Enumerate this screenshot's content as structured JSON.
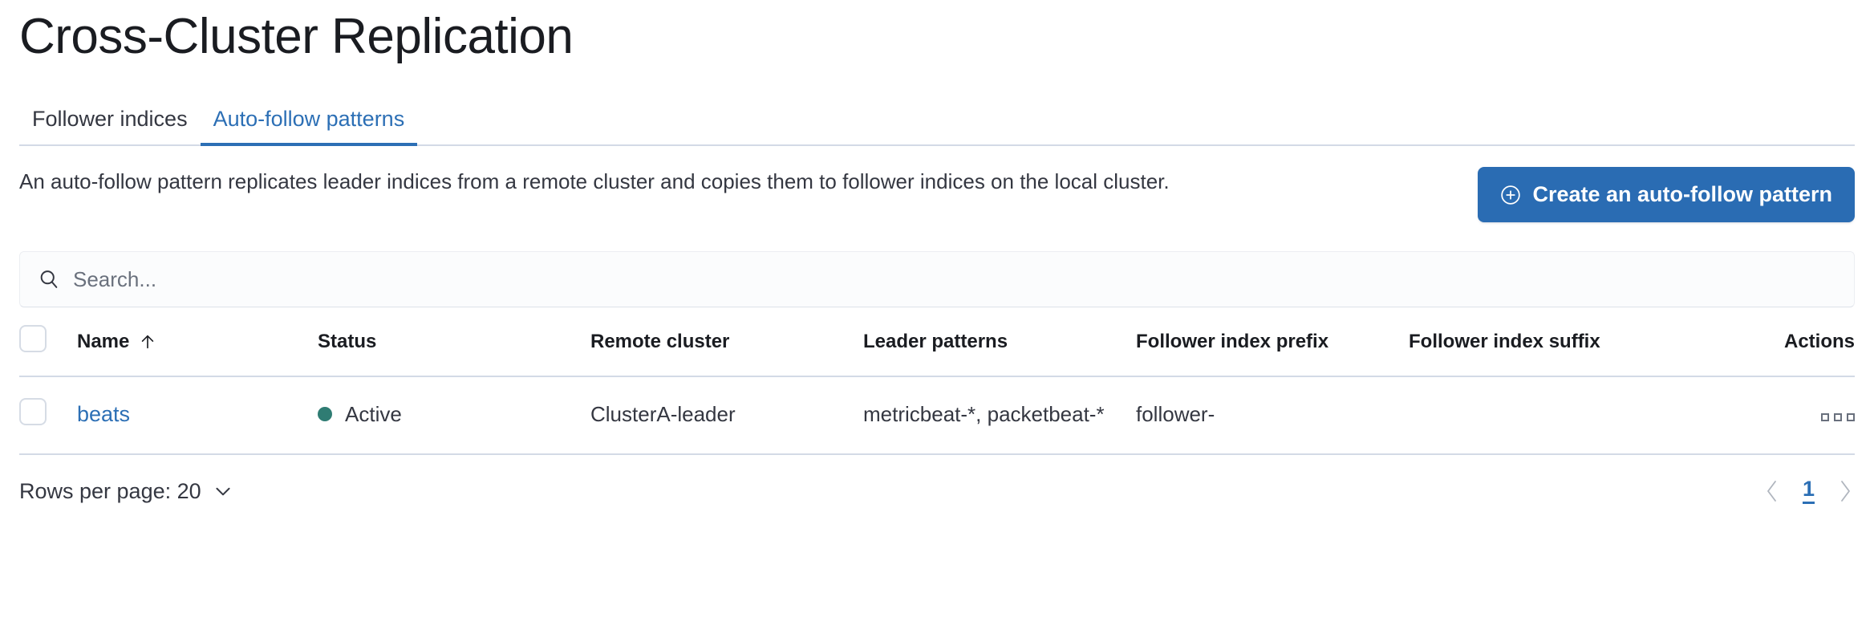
{
  "page": {
    "title": "Cross-Cluster Replication"
  },
  "tabs": [
    {
      "label": "Follower indices",
      "active": false
    },
    {
      "label": "Auto-follow patterns",
      "active": true
    }
  ],
  "description": "An auto-follow pattern replicates leader indices from a remote cluster and copies them to follower indices on the local cluster.",
  "create_button": {
    "label": "Create an auto-follow pattern",
    "icon": "plus-in-circle-icon",
    "color": "#2a6cb3"
  },
  "search": {
    "placeholder": "Search...",
    "value": "",
    "icon": "search-icon"
  },
  "table": {
    "columns": [
      "Name",
      "Status",
      "Remote cluster",
      "Leader patterns",
      "Follower index prefix",
      "Follower index suffix",
      "Actions"
    ],
    "sort": {
      "column": "Name",
      "direction": "asc",
      "icon": "arrow-up-icon"
    },
    "rows": [
      {
        "name": "beats",
        "status": "Active",
        "status_color": "#2f7c73",
        "remote_cluster": "ClusterA-leader",
        "leader_patterns": "metricbeat-*, packetbeat-*",
        "follower_index_prefix": "follower-",
        "follower_index_suffix": "",
        "actions_icon": "more-actions-icon"
      }
    ]
  },
  "footer": {
    "rows_per_page_label": "Rows per page: 20",
    "rows_per_page_value": "20",
    "pagination": {
      "prev_icon": "chevron-left-icon",
      "next_icon": "chevron-right-icon",
      "current_page": "1"
    }
  },
  "colors": {
    "primary": "#2c6fb5",
    "button": "#2a6cb3",
    "success": "#2f7c73",
    "border": "#d3dae6",
    "text": "#343741"
  }
}
